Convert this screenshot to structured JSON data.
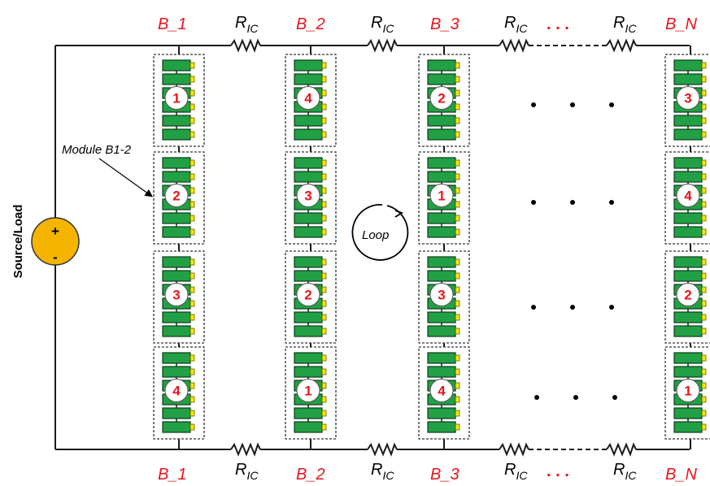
{
  "branches": [
    {
      "label": "B_1",
      "modules": [
        "1",
        "2",
        "3",
        "4"
      ]
    },
    {
      "label": "B_2",
      "modules": [
        "4",
        "3",
        "2",
        "1"
      ]
    },
    {
      "label": "B_3",
      "modules": [
        "2",
        "1",
        "3",
        "4"
      ]
    },
    {
      "label": "B_N",
      "modules": [
        "3",
        "4",
        "2",
        "1"
      ]
    }
  ],
  "resistor": {
    "symbol": "R",
    "subscript": "IC"
  },
  "ellipsis": ". . .",
  "source": {
    "label": "Source/Load",
    "plus": "+",
    "minus": "-"
  },
  "module_annotation": "Module B1-2",
  "loop_label": "Loop",
  "colors": {
    "label_red": "#e8141b",
    "cell_green": "#22a045",
    "cell_tab_yellow": "#f2e600",
    "source_orange": "#f5b400"
  }
}
